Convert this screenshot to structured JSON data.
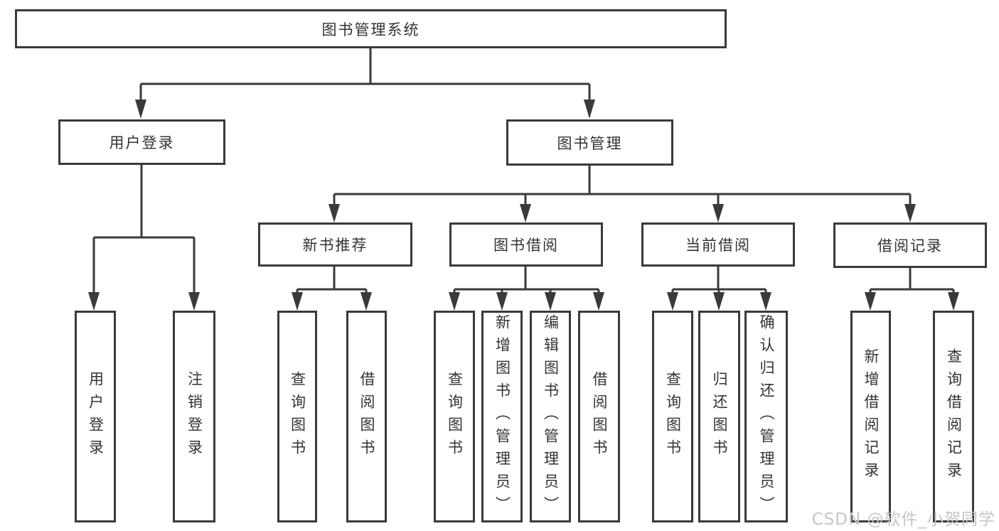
{
  "diagram": {
    "root": {
      "label": "图书管理系统"
    },
    "level2": [
      {
        "id": "user-login",
        "label": "用户登录"
      },
      {
        "id": "book-management",
        "label": "图书管理"
      }
    ],
    "level3": [
      {
        "id": "new-book-recommend",
        "label": "新书推荐"
      },
      {
        "id": "book-borrow",
        "label": "图书借阅"
      },
      {
        "id": "current-borrow",
        "label": "当前借阅"
      },
      {
        "id": "borrow-records",
        "label": "借阅记录"
      }
    ],
    "leaves": [
      {
        "id": "user-login-leaf",
        "label": "用户登录"
      },
      {
        "id": "logout-leaf",
        "label": "注销登录"
      },
      {
        "id": "query-books-recommend",
        "label": "查询图书"
      },
      {
        "id": "borrow-books-recommend",
        "label": "借阅图书"
      },
      {
        "id": "query-books-borrow",
        "label": "查询图书"
      },
      {
        "id": "add-books-admin",
        "label": "新增图书（管理员）"
      },
      {
        "id": "edit-books-admin",
        "label": "编辑图书（管理员）"
      },
      {
        "id": "borrow-books-borrow",
        "label": "借阅图书"
      },
      {
        "id": "query-books-current",
        "label": "查询图书"
      },
      {
        "id": "return-books",
        "label": "归还图书"
      },
      {
        "id": "confirm-return-admin",
        "label": "确认归还（管理员）"
      },
      {
        "id": "add-borrow-record",
        "label": "新增借阅记录"
      },
      {
        "id": "query-borrow-record",
        "label": "查询借阅记录"
      }
    ]
  },
  "watermark": {
    "text": "CSDN @软件_小贺同学"
  },
  "colors": {
    "line": "#3a3a3a",
    "text": "#333333",
    "background": "#ffffff",
    "watermark": "#c9c5c3"
  }
}
